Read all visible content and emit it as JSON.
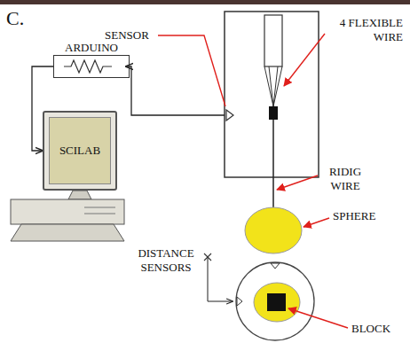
{
  "diagram": {
    "nodes": [
      {
        "text": [
          "ARDUINO"
        ]
      },
      {
        "text": [
          "SCILAB"
        ]
      }
    ],
    "edges": [
      {
        "from": 0,
        "to": 1,
        "arrow": "to"
      }
    ],
    "labels": [
      "C.",
      "SENSOR",
      "4 FLEXIBLE WIRE",
      "RIDIG WIRE",
      "SPHERE",
      "DISTANCE SENSORS",
      "BLOCK"
    ]
  }
}
